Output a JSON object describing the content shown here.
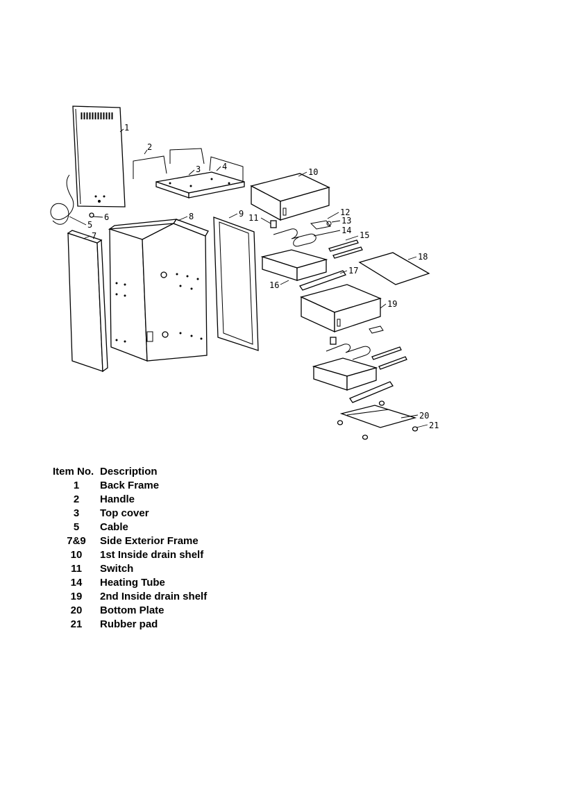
{
  "diagram": {
    "callouts": [
      "1",
      "2",
      "3",
      "4",
      "5",
      "6",
      "7",
      "8",
      "9",
      "10",
      "11",
      "12",
      "13",
      "14",
      "15",
      "16",
      "17",
      "18",
      "19",
      "20",
      "21"
    ]
  },
  "table": {
    "headers": {
      "item_no": "Item No.",
      "description": "Description"
    },
    "rows": [
      {
        "no": "1",
        "desc": "Back Frame"
      },
      {
        "no": "2",
        "desc": "Handle"
      },
      {
        "no": "3",
        "desc": "Top cover"
      },
      {
        "no": "5",
        "desc": "Cable"
      },
      {
        "no": "7&9",
        "desc": "Side Exterior Frame"
      },
      {
        "no": "10",
        "desc": "1st Inside drain shelf"
      },
      {
        "no": "11",
        "desc": "Switch"
      },
      {
        "no": "14",
        "desc": "Heating Tube"
      },
      {
        "no": "19",
        "desc": "2nd Inside drain shelf"
      },
      {
        "no": "20",
        "desc": "Bottom Plate"
      },
      {
        "no": "21",
        "desc": "Rubber pad"
      }
    ]
  }
}
